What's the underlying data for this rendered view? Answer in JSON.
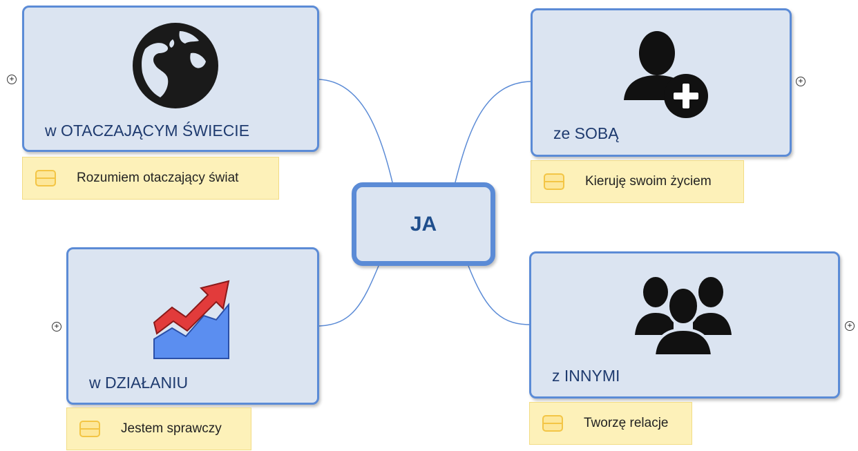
{
  "center": {
    "label": "JA"
  },
  "topics": [
    {
      "id": "world",
      "label": "w OTACZAJĄCYM ŚWIECIE",
      "icon": "globe-icon",
      "note": "Rozumiem otaczający świat"
    },
    {
      "id": "self",
      "label": "ze SOBĄ",
      "icon": "add-user-icon",
      "note": "Kieruję swoim życiem"
    },
    {
      "id": "action",
      "label": "w DZIAŁANIU",
      "icon": "trend-up-chart-icon",
      "note": "Jestem sprawczy"
    },
    {
      "id": "others",
      "label": "z INNYMI",
      "icon": "user-group-icon",
      "note": "Tworzę relacje"
    }
  ],
  "expander_symbol": "+",
  "colors": {
    "node_fill": "#dbe4f1",
    "node_border": "#5b8bd6",
    "connector": "#5b8bd6",
    "note_fill": "#fdf1b9",
    "note_icon": "#f3c545",
    "chart_red": "#e23b3b",
    "chart_blue": "#5b8ef0"
  }
}
